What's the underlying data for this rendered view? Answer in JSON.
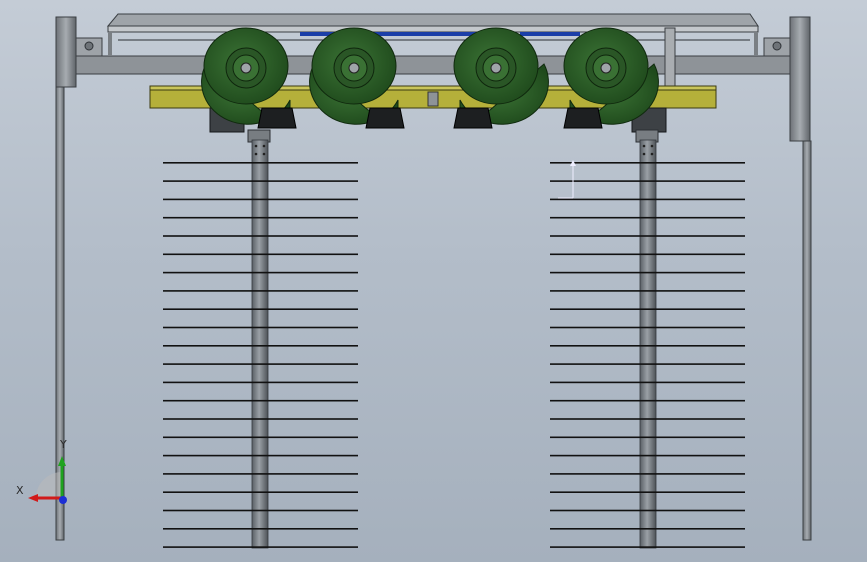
{
  "viewport": {
    "background_top": "#c4ccd6",
    "background_bottom": "#a5b0bd"
  },
  "model": {
    "fan_color": "#2e5a2a",
    "platform_color": "#b5b03a",
    "steel_color": "#8a8f94",
    "column_color": "#6f757b",
    "plate_color": "#111111",
    "fan_count": 4,
    "plate_count_per_stack": 22,
    "stack_count": 2
  },
  "triad": {
    "x_label": "X",
    "y_label": "Y",
    "x_color": "#d11a1a",
    "y_color": "#1fa31f",
    "z_color": "#1c2fd6"
  }
}
